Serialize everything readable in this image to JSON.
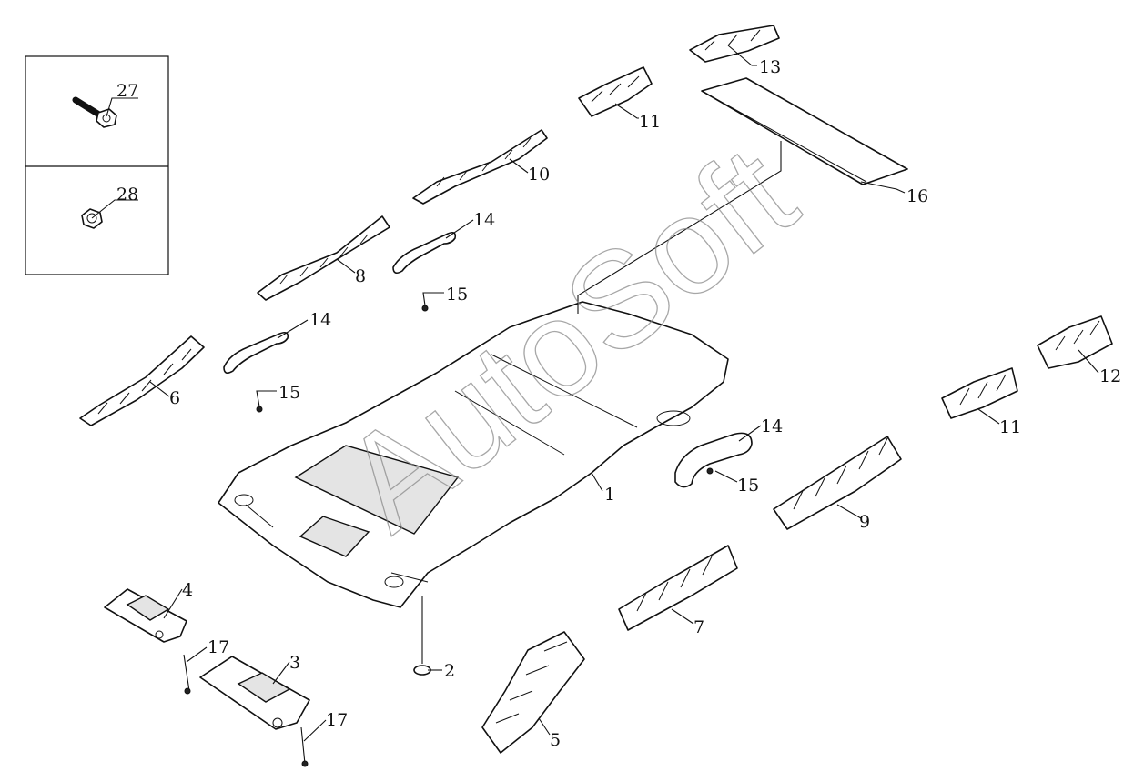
{
  "watermark": "AutoSoft",
  "labels": {
    "l1": "1",
    "l2": "2",
    "l3": "3",
    "l4": "4",
    "l5": "5",
    "l6": "6",
    "l7": "7",
    "l8": "8",
    "l9": "9",
    "l10": "10",
    "l11a": "11",
    "l11b": "11",
    "l12": "12",
    "l13": "13",
    "l14a": "14",
    "l14b": "14",
    "l14c": "14",
    "l15a": "15",
    "l15b": "15",
    "l15c": "15",
    "l16": "16",
    "l17a": "17",
    "l17b": "17",
    "l27": "27",
    "l28": "28"
  }
}
